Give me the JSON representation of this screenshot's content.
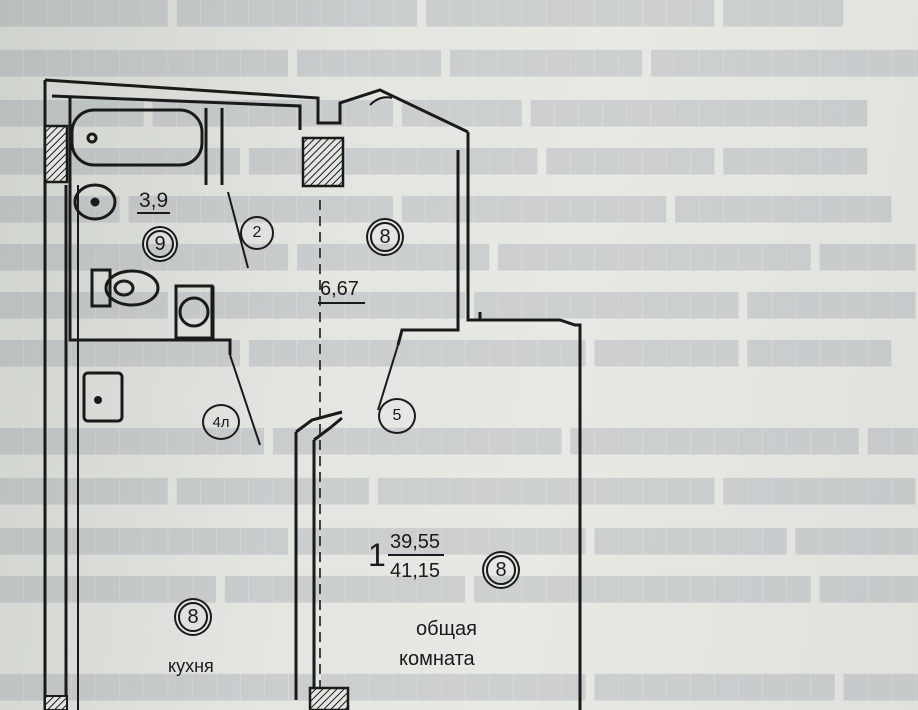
{
  "plan": {
    "rooms": [
      {
        "id": "bathroom",
        "area": "3,9",
        "tag": "9"
      },
      {
        "id": "hall",
        "area": "6,67",
        "tag": "8"
      },
      {
        "id": "kitchen",
        "name": "кухня",
        "tag": "8"
      },
      {
        "id": "living",
        "number": "1",
        "area_living": "39,55",
        "area_total": "41,15",
        "tag": "8",
        "name_line1": "общая",
        "name_line2": "комната"
      }
    ],
    "doors": [
      "2",
      "4л",
      "5"
    ]
  },
  "colors": {
    "ink": "#1a1a1a",
    "paper": "#e3e5e0",
    "bleed_text": "#464e6e"
  }
}
